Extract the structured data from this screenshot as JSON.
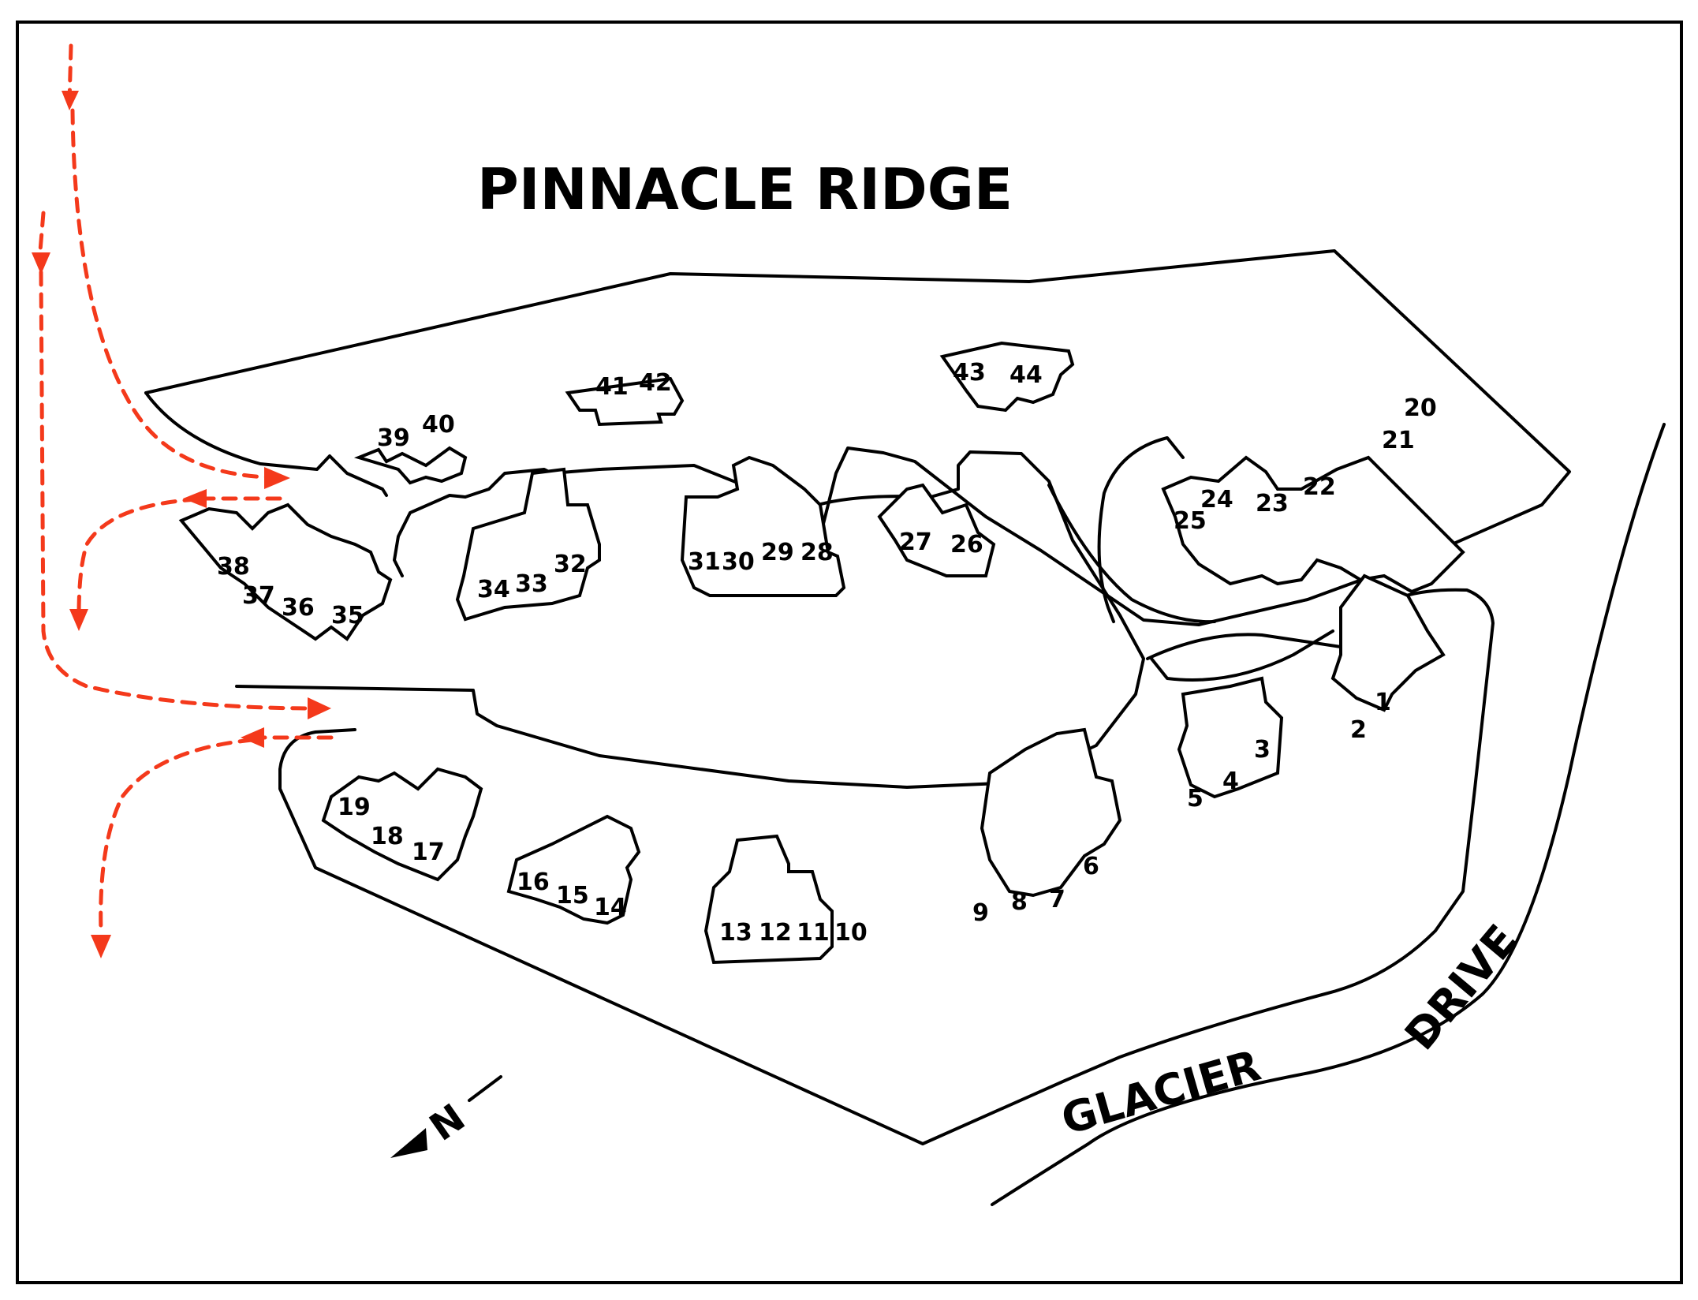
{
  "map": {
    "title": "PINNACLE RIDGE",
    "road_label_1": "GLACIER",
    "road_label_2": "DRIVE",
    "north_label": "N",
    "colors": {
      "route": "#f4391b",
      "lines": "#000000",
      "background": "#ffffff"
    },
    "units": [
      "1",
      "2",
      "3",
      "4",
      "5",
      "6",
      "7",
      "8",
      "9",
      "10",
      "11",
      "12",
      "13",
      "14",
      "15",
      "16",
      "17",
      "18",
      "19",
      "20",
      "21",
      "22",
      "23",
      "24",
      "25",
      "26",
      "27",
      "28",
      "29",
      "30",
      "31",
      "32",
      "33",
      "34",
      "35",
      "36",
      "37",
      "38",
      "39",
      "40",
      "41",
      "42",
      "43",
      "44"
    ]
  }
}
